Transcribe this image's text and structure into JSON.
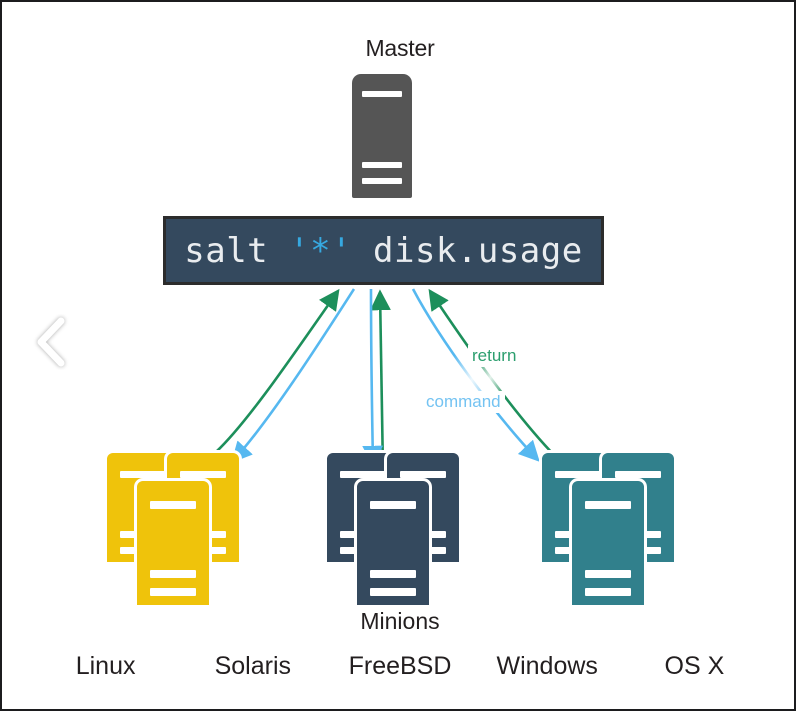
{
  "diagram": {
    "master": {
      "label": "Master",
      "icon": "server-tower-icon",
      "color": "#555555"
    },
    "command_box": {
      "prefix": "salt ",
      "glob": "'*'",
      "suffix": " disk.usage",
      "full_text": "salt '*' disk.usage",
      "background": "#34495e",
      "border_color": "#2c2c2c",
      "text_color": "#e9ecef",
      "glob_color": "#36a9e1"
    },
    "minions": {
      "label": "Minions",
      "groups": [
        {
          "name": "solaris-minions",
          "color": "#efc30b"
        },
        {
          "name": "freebsd-minions",
          "color": "#34495e"
        },
        {
          "name": "windows-minions",
          "color": "#31808c"
        }
      ]
    },
    "edges": {
      "return": {
        "label": "return",
        "color": "#21965e",
        "direction": "minion-to-master"
      },
      "command": {
        "label": "command",
        "color": "#56b8f0",
        "direction": "master-to-minion"
      }
    },
    "os_labels": [
      {
        "name": "os-label-linux",
        "label": "Linux"
      },
      {
        "name": "os-label-solaris",
        "label": "Solaris"
      },
      {
        "name": "os-label-freebsd",
        "label": "FreeBSD"
      },
      {
        "name": "os-label-windows",
        "label": "Windows"
      },
      {
        "name": "os-label-osx",
        "label": "OS X"
      }
    ],
    "controls": {
      "prev": {
        "icon": "chevron-left-icon",
        "color": "#ffffff"
      }
    }
  }
}
